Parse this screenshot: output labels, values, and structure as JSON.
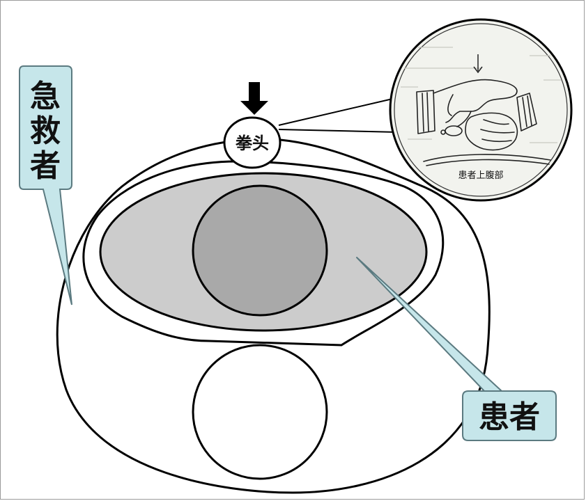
{
  "labels": {
    "rescuer": "急救者",
    "rescuer_chars": [
      "急",
      "救",
      "者"
    ],
    "patient": "患者",
    "fist": "拳头",
    "inset_caption": "患者上腹部"
  },
  "colors": {
    "callout_fill": "#c6e6ea",
    "callout_stroke": "#5b7a80",
    "patient_body": "#cccccc",
    "patient_head": "#a9a9a9",
    "outline": "#000000",
    "inset_fill": "#f2f3ee"
  }
}
